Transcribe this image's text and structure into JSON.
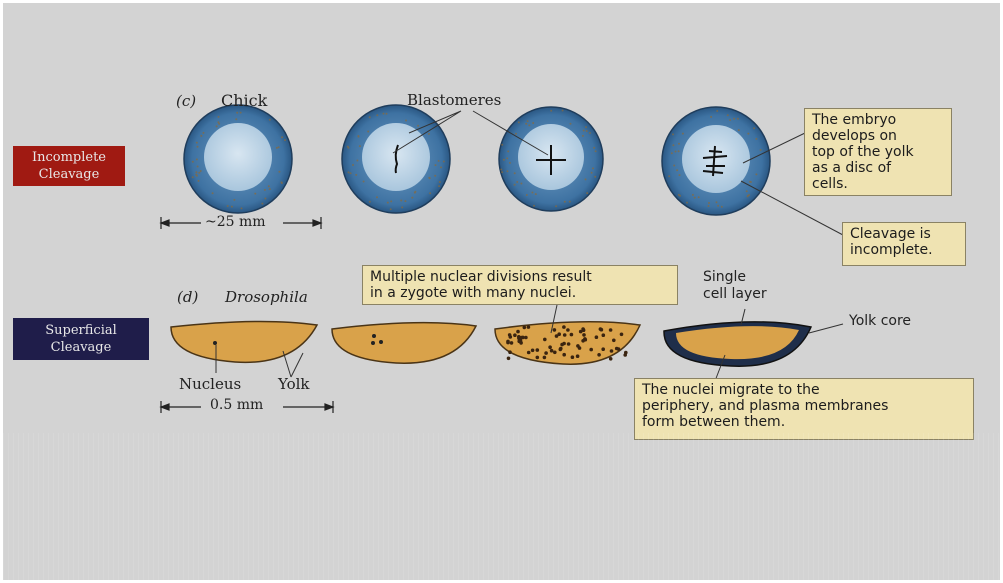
{
  "sections": {
    "incomplete": {
      "line1": "Incomplete",
      "line2": "Cleavage"
    },
    "superficial": {
      "line1": "Superficial",
      "line2": "Cleavage"
    }
  },
  "chick": {
    "panel_letter": "(c)",
    "organism": "Chick",
    "blastomeres_label": "Blastomeres",
    "scale_label": "~25 mm",
    "callout_disc": [
      "The embryo",
      "develops on",
      "top of the yolk",
      "as a disc of",
      "cells."
    ],
    "callout_incomplete": [
      "Cleavage is",
      "incomplete."
    ]
  },
  "drosophila": {
    "panel_letter": "(d)",
    "organism": "Drosophila",
    "nucleus_label": "Nucleus",
    "yolk_label": "Yolk",
    "scale_label": "0.5 mm",
    "single_cell_layer": [
      "Single",
      "cell layer"
    ],
    "yolk_core_label": "Yolk core",
    "callout_divisions": [
      "Multiple nuclear divisions result",
      "in a zygote with many nuclei."
    ],
    "callout_migrate": [
      "The nuclei migrate to the",
      "periphery, and plasma membranes",
      "form between them."
    ]
  },
  "colors": {
    "background": "#d3d3d3",
    "chick_rim": "#3b6fa0",
    "chick_disc": "#c4d9ea",
    "drosophila_body": "#d9a24a",
    "callout_fill": "#efe3b2",
    "incomplete_tag": "#a01a12",
    "superficial_tag": "#1f1d4a"
  }
}
